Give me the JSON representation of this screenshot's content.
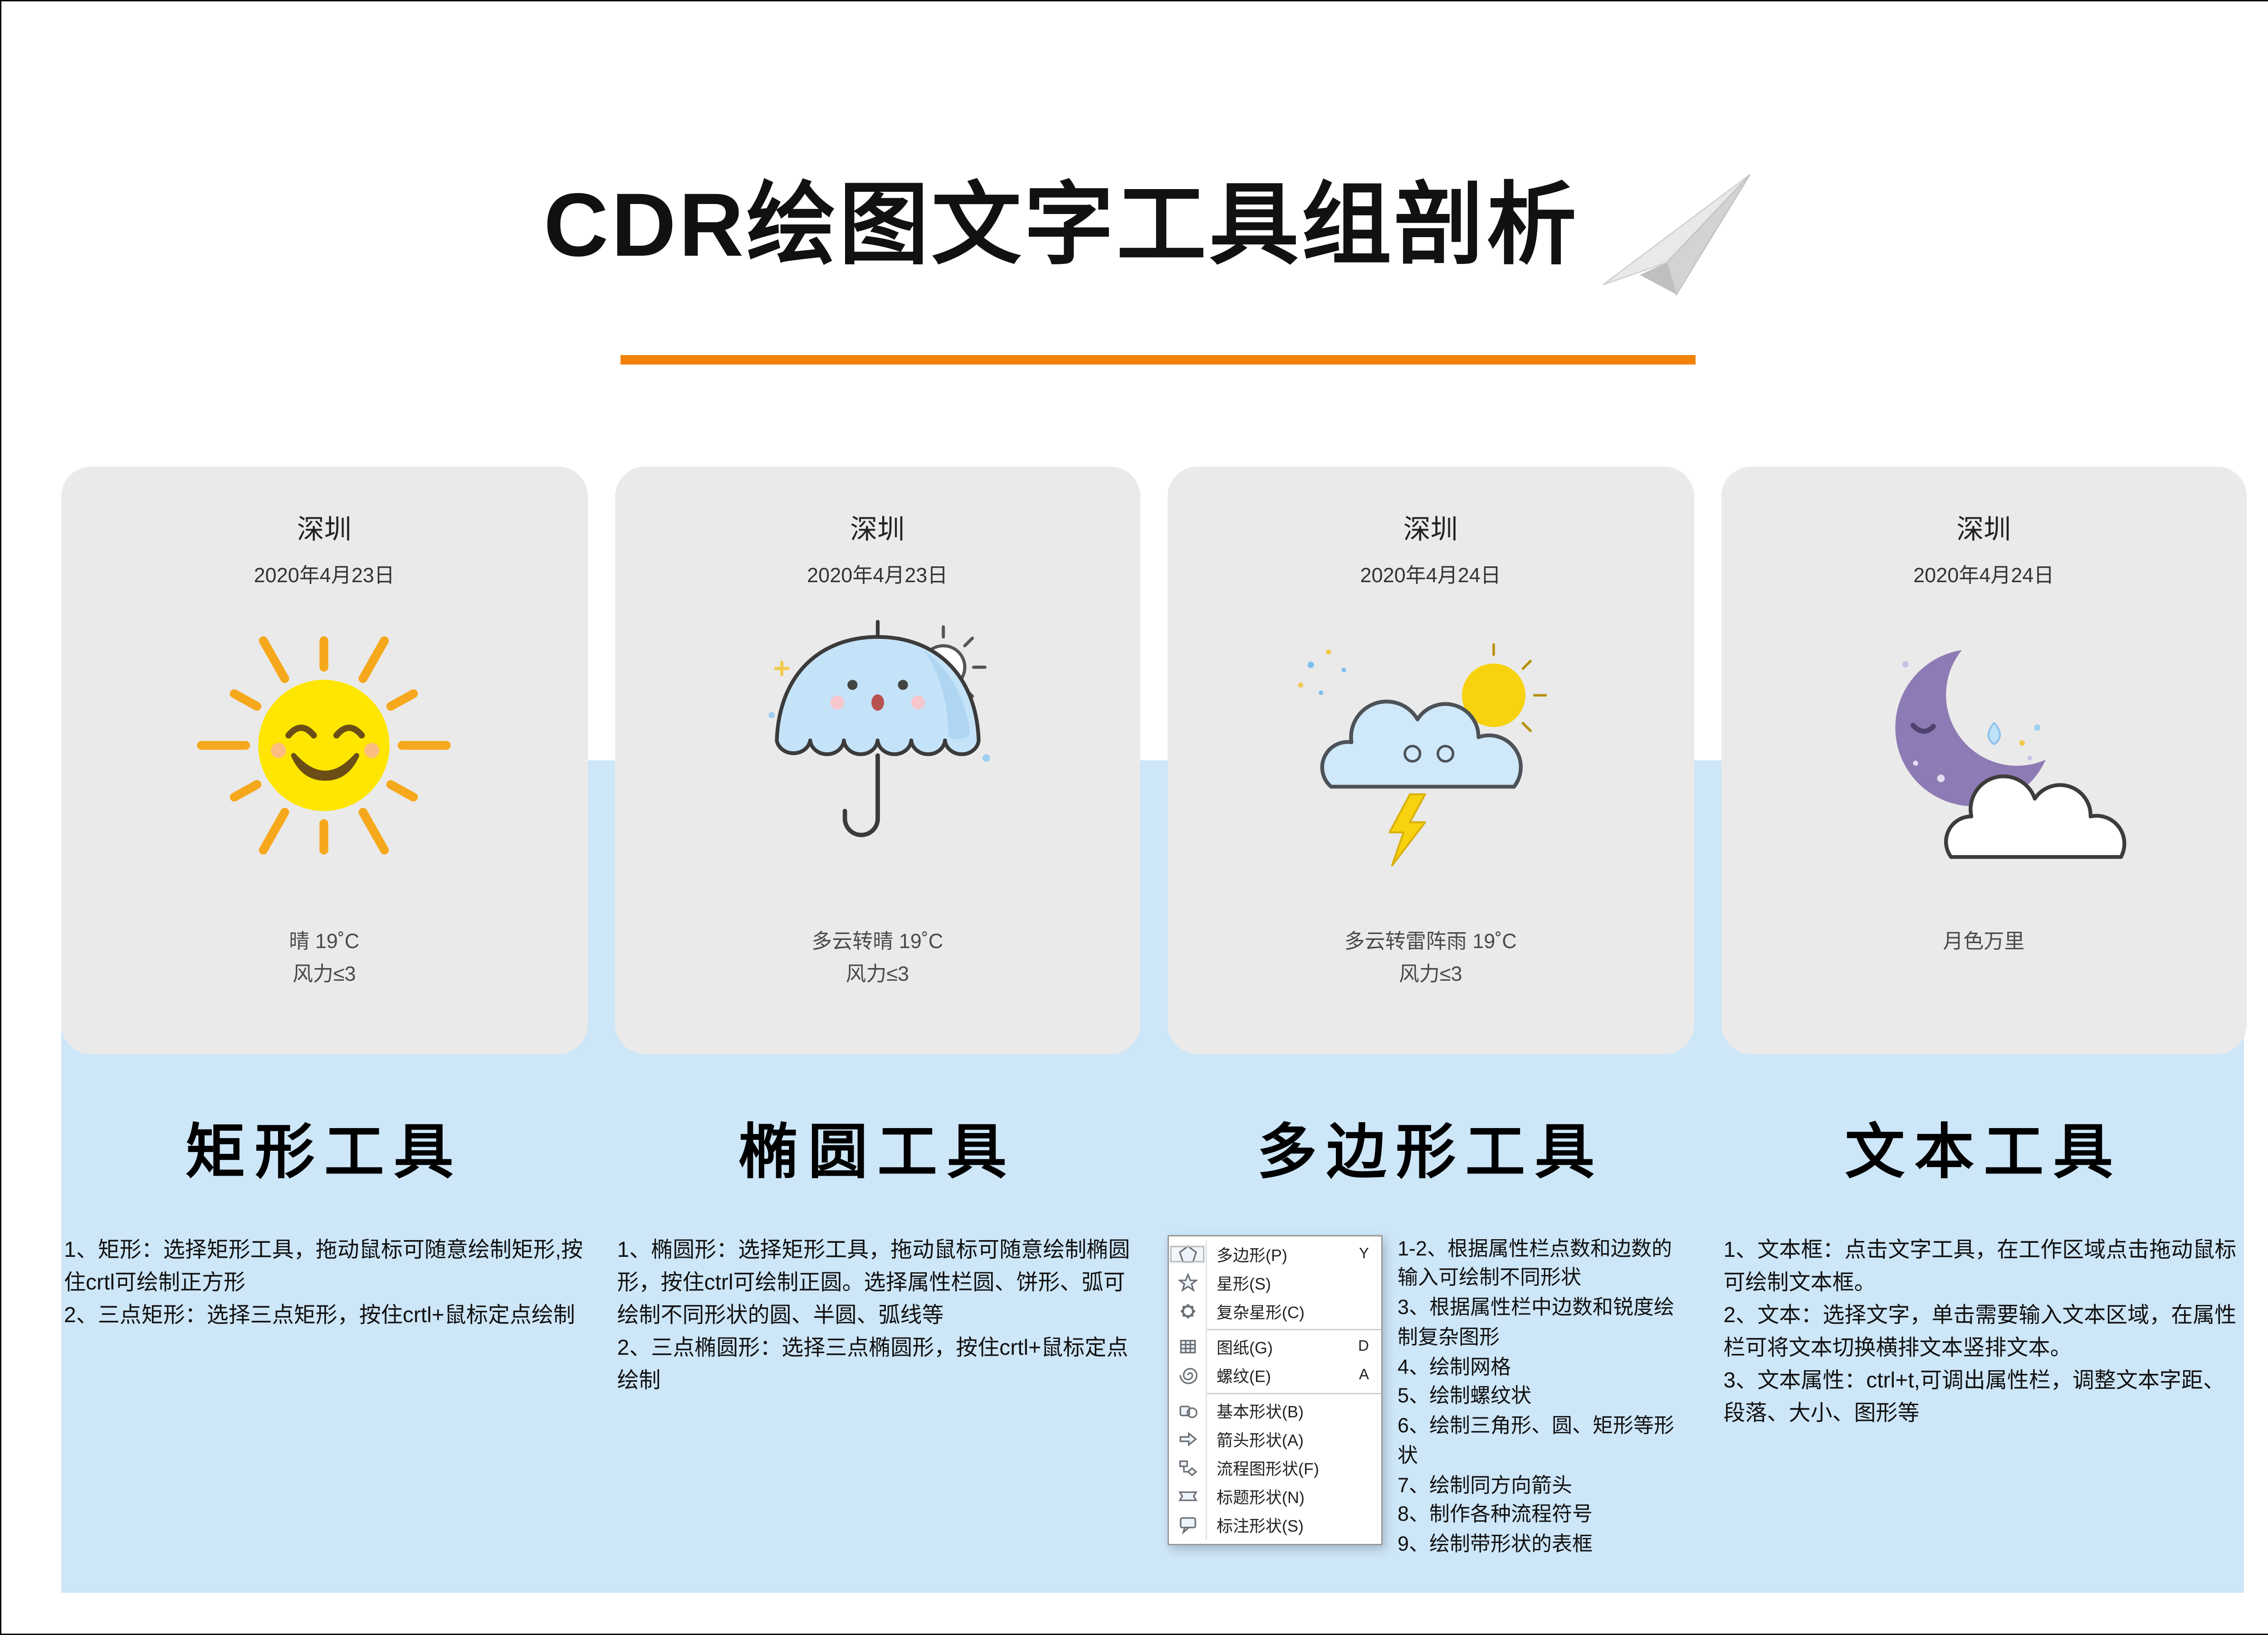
{
  "page": {
    "title": "CDR绘图文字工具组剖析"
  },
  "colors": {
    "accent_orange": "#f0820a",
    "band_blue": "#cde6f8",
    "card_gray": "#eaeaea"
  },
  "cards": [
    {
      "city": "深圳",
      "date": "2020年4月23日",
      "condition": "晴 19˚C",
      "wind": "风力≤3",
      "illustration": "sun"
    },
    {
      "city": "深圳",
      "date": "2020年4月23日",
      "condition": "多云转晴 19˚C",
      "wind": "风力≤3",
      "illustration": "umbrella-sun"
    },
    {
      "city": "深圳",
      "date": "2020年4月24日",
      "condition": "多云转雷阵雨 19˚C",
      "wind": "风力≤3",
      "illustration": "storm-cloud"
    },
    {
      "city": "深圳",
      "date": "2020年4月24日",
      "condition": "月色万里",
      "wind": "",
      "illustration": "moon-cloud"
    }
  ],
  "sections": [
    {
      "title": "矩形工具",
      "body": "1、矩形：选择矩形工具，拖动鼠标可随意绘制矩形,按住crtl可绘制正方形\n2、三点矩形：选择三点矩形，按住crtl+鼠标定点绘制"
    },
    {
      "title": "椭圆工具",
      "body": "1、椭圆形：选择矩形工具，拖动鼠标可随意绘制椭圆形，按住ctrl可绘制正圆。选择属性栏圆、饼形、弧可绘制不同形状的圆、半圆、弧线等\n2、三点椭圆形：选择三点椭圆形，按住crtl+鼠标定点绘制"
    },
    {
      "title": "多边形工具",
      "body": "1-2、根据属性栏点数和边数的输入可绘制不同形状\n3、根据属性栏中边数和锐度绘制复杂图形\n4、绘制网格\n5、绘制螺纹状\n6、绘制三角形、圆、矩形等形状\n7、绘制同方向箭头\n8、制作各种流程符号\n9、绘制带形状的表框"
    },
    {
      "title": "文本工具",
      "body": "1、文本框：点击文字工具，在工作区域点击拖动鼠标可绘制文本框。\n2、文本：选择文字，单击需要输入文本区域，在属性栏可将文本切换横排文本竖排文本。\n3、文本属性：ctrl+t,可调出属性栏，调整文本字距、段落、大小、图形等"
    }
  ],
  "menu": {
    "items": [
      {
        "label": "多边形(P)",
        "shortcut": "Y",
        "icon": "polygon-icon"
      },
      {
        "label": "星形(S)",
        "shortcut": "",
        "icon": "star-icon"
      },
      {
        "label": "复杂星形(C)",
        "shortcut": "",
        "icon": "complex-star-icon"
      },
      {
        "label": "图纸(G)",
        "shortcut": "D",
        "icon": "graph-paper-icon"
      },
      {
        "label": "螺纹(E)",
        "shortcut": "A",
        "icon": "spiral-icon"
      },
      {
        "label": "基本形状(B)",
        "shortcut": "",
        "icon": "basic-shapes-icon"
      },
      {
        "label": "箭头形状(A)",
        "shortcut": "",
        "icon": "arrow-shapes-icon"
      },
      {
        "label": "流程图形状(F)",
        "shortcut": "",
        "icon": "flowchart-shapes-icon"
      },
      {
        "label": "标题形状(N)",
        "shortcut": "",
        "icon": "banner-shapes-icon"
      },
      {
        "label": "标注形状(S)",
        "shortcut": "",
        "icon": "callout-shapes-icon"
      }
    ]
  }
}
